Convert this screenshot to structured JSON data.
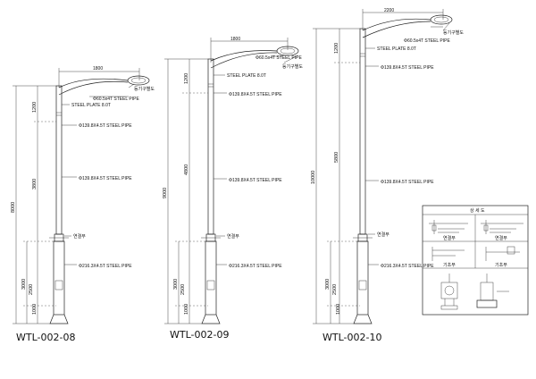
{
  "poles": [
    {
      "model": "WTL-002-08",
      "arm_reach": "1800",
      "total_height": "8000",
      "upper_height": "1200",
      "mid_height": "3800",
      "lower_height": "2500",
      "base_height": "3000",
      "foot_height": "1000",
      "arm_pipe": "Φ60.5x4T STEEL PIPE",
      "luminaire_label": "등기구별도",
      "plate": "STEEL PLATE 8.0T",
      "upper_pipe": "Φ139.8X4.5T STEEL PIPE",
      "shaft_pipe": "Φ139.8X4.5T STEEL PIPE",
      "joint_label": "연결부",
      "base_pipe": "Φ216.3X4.5T STEEL PIPE"
    },
    {
      "model": "WTL-002-09",
      "arm_reach": "1800",
      "total_height": "9000",
      "upper_height": "1200",
      "mid_height": "4800",
      "lower_height": "2500",
      "base_height": "3000",
      "foot_height": "1000",
      "arm_pipe": "Φ60.5x4T STEEL PIPE",
      "luminaire_label": "등기구별도",
      "plate": "STEEL PLATE 8.0T",
      "upper_pipe": "Φ139.8X4.5T STEEL PIPE",
      "shaft_pipe": "Φ139.8X4.5T STEEL PIPE",
      "joint_label": "연결부",
      "base_pipe": "Φ216.3X4.5T STEEL PIPE"
    },
    {
      "model": "WTL-002-10",
      "arm_reach": "2200",
      "total_height": "10000",
      "upper_height": "1200",
      "mid_height": "5800",
      "lower_height": "2500",
      "base_height": "3000",
      "foot_height": "1000",
      "arm_pipe": "Φ60.5x4T STEEL PIPE",
      "luminaire_label": "등기구별도",
      "plate": "STEEL PLATE 8.0T",
      "upper_pipe": "Φ139.8X4.5T STEEL PIPE",
      "shaft_pipe": "Φ139.8X4.5T STEEL PIPE",
      "joint_label": "연결부",
      "base_pipe": "Φ216.3X4.5T STEEL PIPE"
    }
  ],
  "detail_box": {
    "title": "상 세 도",
    "captions": [
      "연결부",
      "연결부",
      "기초부",
      "기초부"
    ]
  }
}
